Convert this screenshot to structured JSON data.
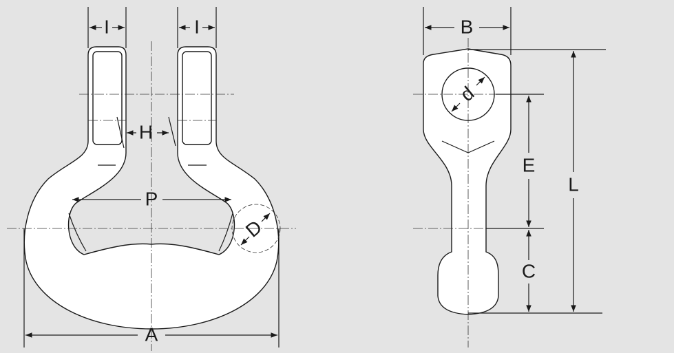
{
  "figure": {
    "front_view": {
      "labels": {
        "arm_width_left": "I",
        "arm_width_right": "I",
        "arm_gap": "H",
        "inner_length": "P",
        "material_diameter": "D",
        "overall_width": "A"
      }
    },
    "side_view": {
      "labels": {
        "head_width": "B",
        "pin_diameter": "d",
        "eye_to_center": "E",
        "center_to_end": "C",
        "overall_length": "L"
      }
    },
    "colors": {
      "background": "#e4e4e4",
      "part_fill": "#ffffff",
      "line": "#1a1a1a"
    }
  }
}
